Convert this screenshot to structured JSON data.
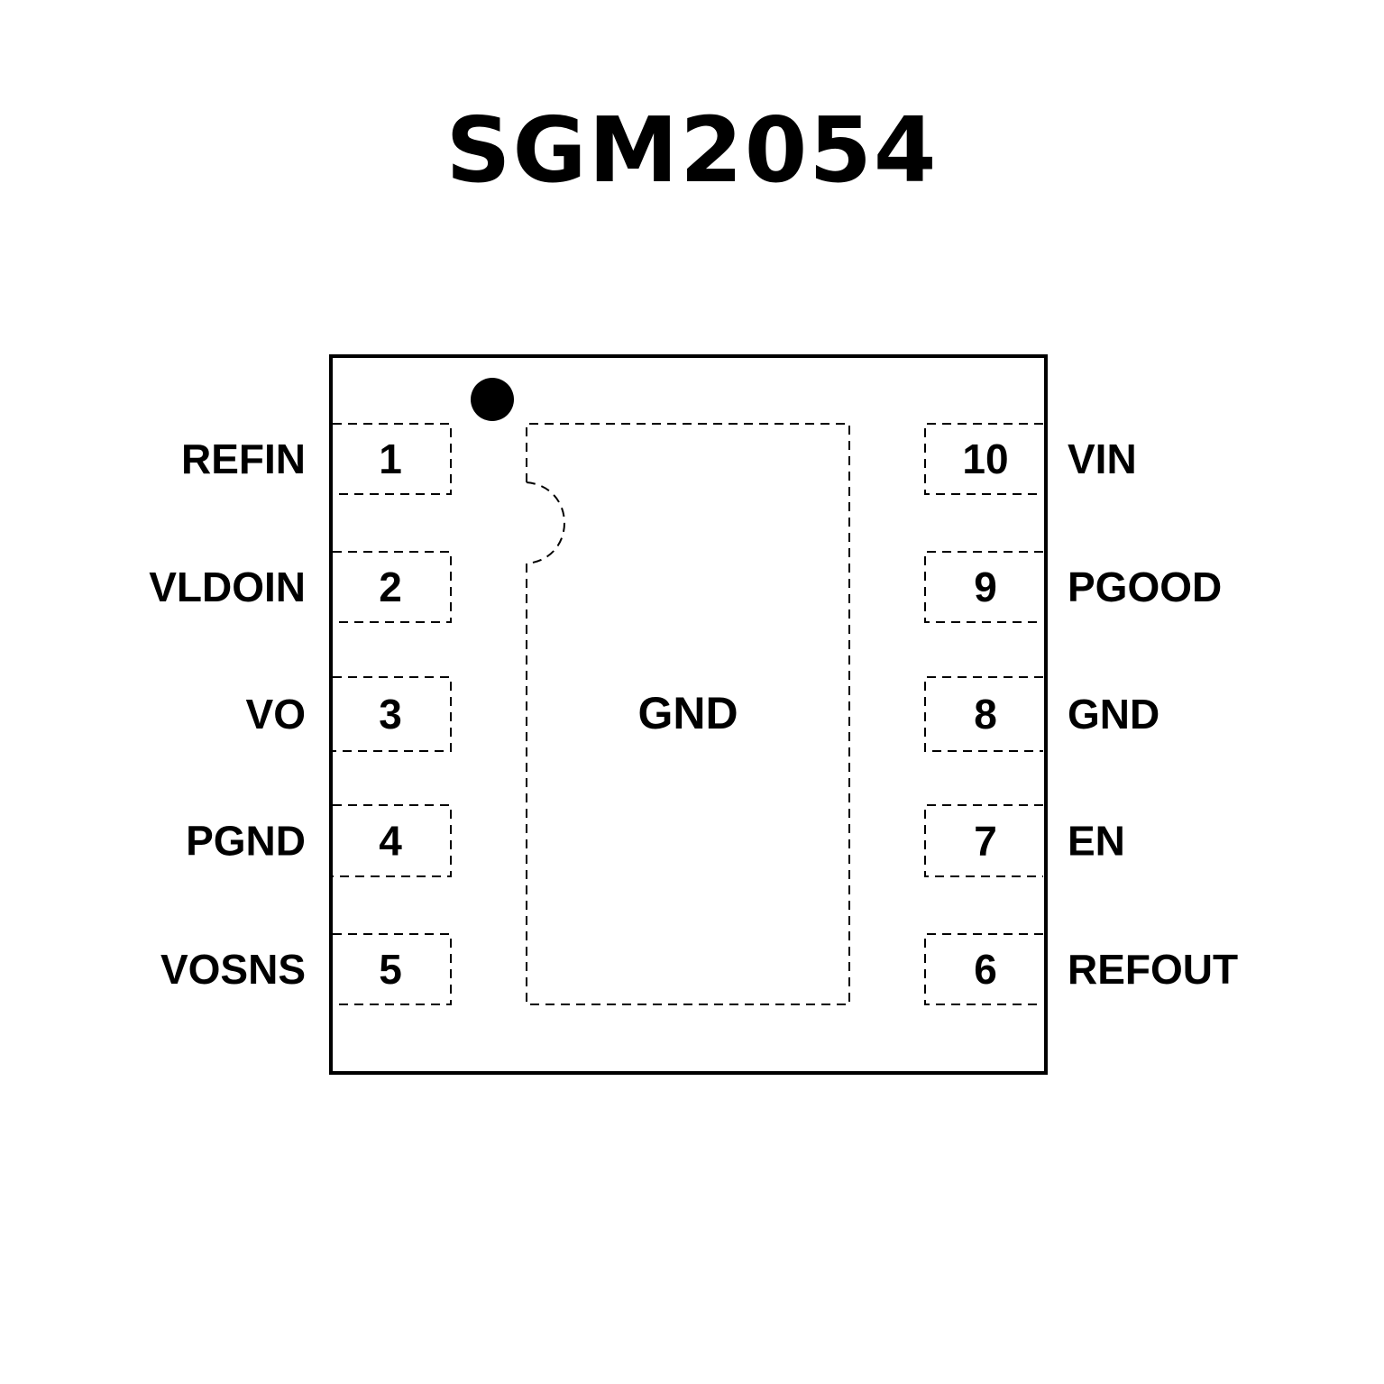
{
  "title": "SGM2054",
  "center_pad_label": "GND",
  "left_pins": [
    {
      "number": "1",
      "name": "REFIN"
    },
    {
      "number": "2",
      "name": "VLDOIN"
    },
    {
      "number": "3",
      "name": "VO"
    },
    {
      "number": "4",
      "name": "PGND"
    },
    {
      "number": "5",
      "name": "VOSNS"
    }
  ],
  "right_pins": [
    {
      "number": "10",
      "name": "VIN"
    },
    {
      "number": "9",
      "name": "PGOOD"
    },
    {
      "number": "8",
      "name": "GND"
    },
    {
      "number": "7",
      "name": "EN"
    },
    {
      "number": "6",
      "name": "REFOUT"
    }
  ],
  "colors": {
    "stroke": "#000000",
    "background": "#ffffff"
  }
}
